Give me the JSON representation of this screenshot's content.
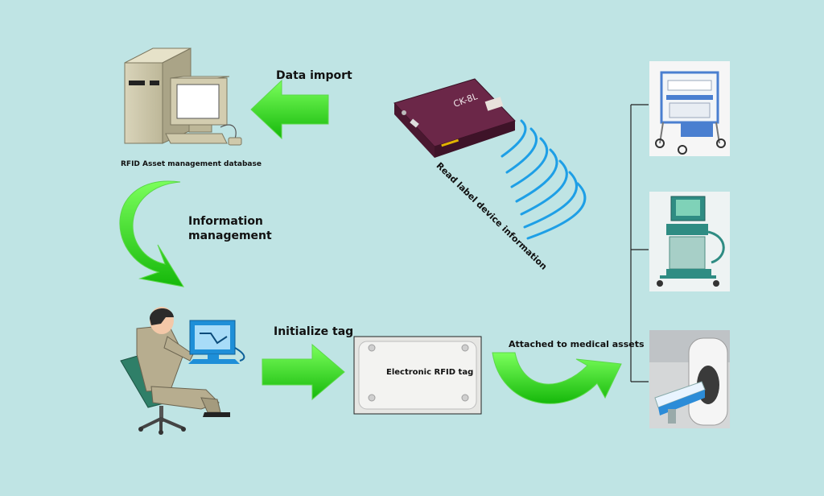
{
  "colors": {
    "background": "#bfe4e4",
    "arrow_green": "#22cc11",
    "signal_blue": "#1e9fe6",
    "reader_body": "#5a1f3a"
  },
  "labels": {
    "data_import": "Data import",
    "database": "RFID Asset management database",
    "information_management_line1": "Information",
    "information_management_line2": "management",
    "initialize_tag": "Initialize tag",
    "read_label": "Read label device information",
    "attached": "Attached to medical assets",
    "tag": "Electronic RFID tag",
    "reader_brand": "CK-8L"
  },
  "icons": {
    "computer": "desktop-computer-icon",
    "operator": "operator-at-computer-icon",
    "reader": "rfid-reader-icon",
    "tag": "rfid-tag-icon",
    "asset_1": "medical-cart-icon",
    "asset_2": "ultrasound-machine-icon",
    "asset_3": "mri-scanner-icon"
  }
}
